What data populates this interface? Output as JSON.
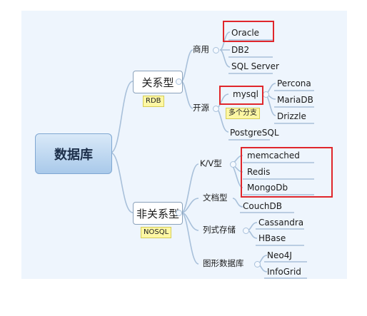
{
  "root": "数据库",
  "rdb": {
    "label": "关系型",
    "tag": "RDB",
    "commercial": {
      "label": "商用",
      "items": [
        "Oracle",
        "DB2",
        "SQL Server"
      ]
    },
    "opensource": {
      "label": "开源",
      "mysql": "mysql",
      "mysql_note": "多个分支",
      "mysql_branches": [
        "Percona",
        "MariaDB",
        "Drizzle"
      ],
      "postgres": "PostgreSQL"
    }
  },
  "nosql": {
    "label": "非关系型",
    "tag": "NOSQL",
    "kv": {
      "label": "K/V型",
      "items": [
        "memcached",
        "Redis",
        "MongoDb"
      ]
    },
    "document": {
      "label": "文档型",
      "items": [
        "CouchDB"
      ]
    },
    "column": {
      "label": "列式存储",
      "items": [
        "Cassandra",
        "HBase"
      ]
    },
    "graph": {
      "label": "图形数据库",
      "items": [
        "Neo4J",
        "InfoGrid"
      ]
    }
  },
  "colors": {
    "background": "#eef5fd",
    "connector": "#a8c0da",
    "highlight": "#e0262b",
    "tag": "#fdf7a4"
  }
}
